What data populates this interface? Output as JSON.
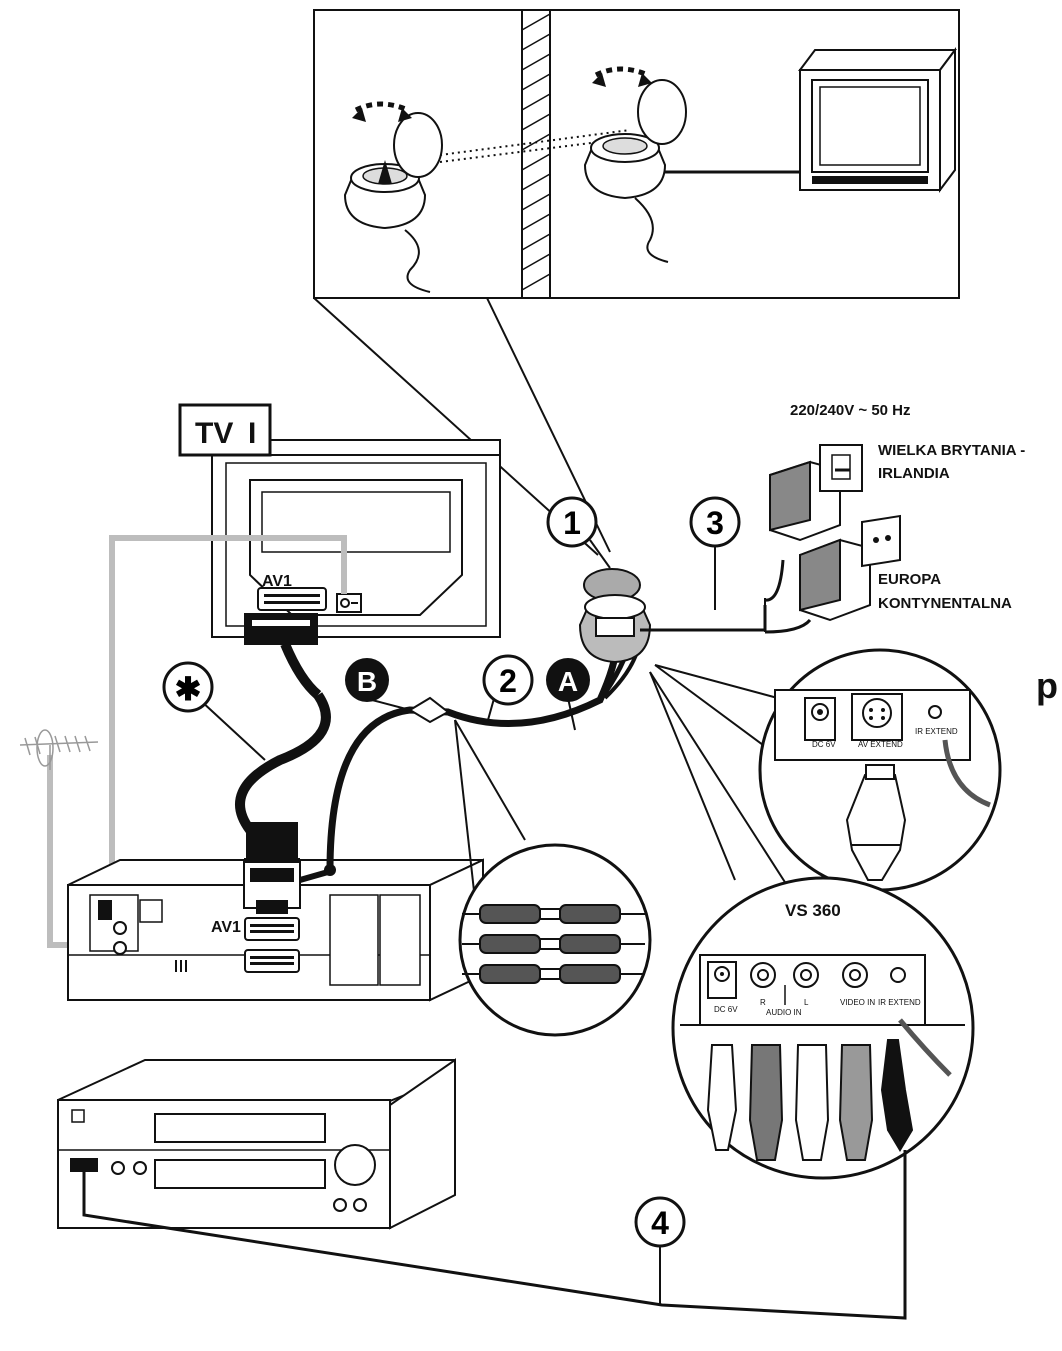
{
  "labels": {
    "tv": "TV",
    "tv_suffix": "I",
    "av1_tv": "AV1",
    "av1_vcr": "AV1",
    "power": "220/240V ~ 50 Hz",
    "uk_line1": "WIELKA BRYTANIA -",
    "uk_line2": "IRLANDIA",
    "eu_line1": "EUROPA",
    "eu_line2": "KONTYNENTALNA",
    "model": "VS 360",
    "side_tab": "p"
  },
  "callouts": {
    "one": "1",
    "two": "2",
    "three": "3",
    "four": "4",
    "a": "A",
    "b": "B",
    "star": "✱"
  },
  "panel_small": {
    "dc": "DC 6V",
    "av_extend": "AV EXTEND",
    "ir_extend": "IR EXTEND"
  },
  "panel_large": {
    "dc": "DC 6V",
    "r": "R",
    "l": "L",
    "audio_in": "AUDIO IN",
    "video_in": "VIDEO IN",
    "ir_extend": "IR EXTEND"
  },
  "colors": {
    "ink": "#111111",
    "antenna_cable": "#bdbdbd",
    "background": "#ffffff"
  }
}
